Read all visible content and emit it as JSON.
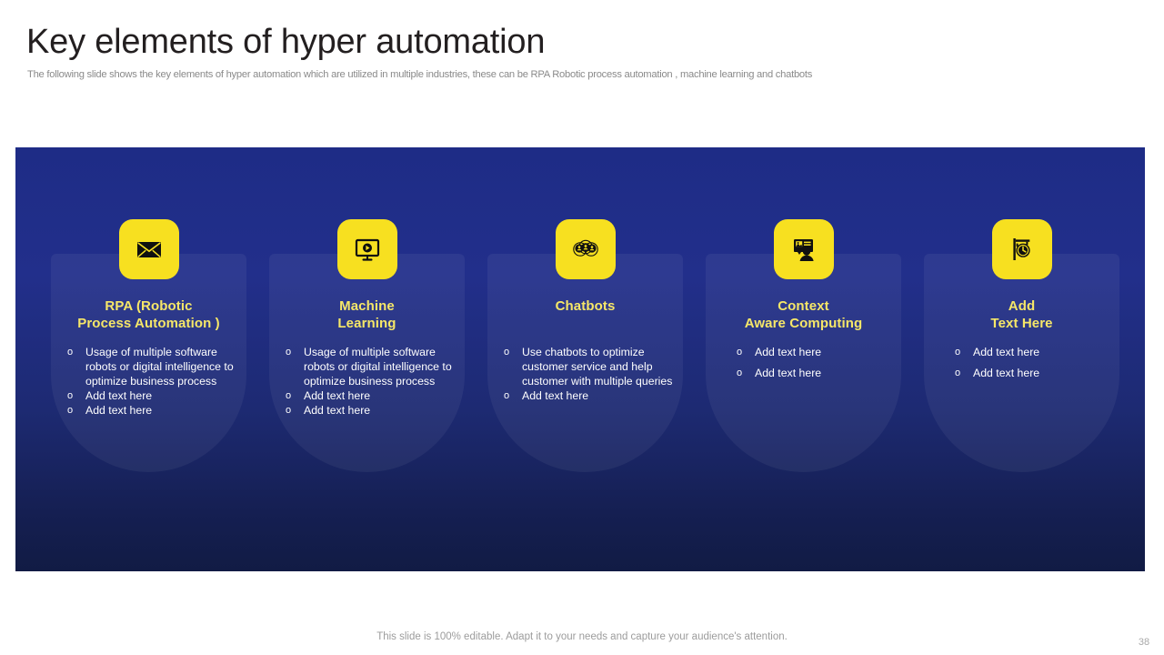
{
  "header": {
    "title": "Key elements of hyper automation",
    "subtitle": "The following slide shows the key elements of hyper automation which are utilized in multiple industries, these can be RPA Robotic process automation , machine learning and chatbots"
  },
  "theme": {
    "panel_top_color": "#1e2c86",
    "panel_bottom_color": "#111b44",
    "accent_yellow": "#f7e020",
    "title_yellow": "#f6e768",
    "body_text": "#ffffff",
    "heading_text": "#231f20",
    "muted_text": "#8a8a8a"
  },
  "cards": [
    {
      "icon": "envelope-icon",
      "title_lines": [
        "RPA (Robotic",
        "Process Automation )"
      ],
      "bullets": [
        "Usage of multiple software robots or digital intelligence to optimize business process",
        "Add text here",
        "Add text here"
      ]
    },
    {
      "icon": "monitor-play-icon",
      "title_lines": [
        "Machine",
        "Learning"
      ],
      "bullets": [
        "Usage of multiple software robots or digital intelligence to optimize business process",
        "Add text here",
        "Add text here"
      ]
    },
    {
      "icon": "three-users-icon",
      "title_lines": [
        "Chatbots"
      ],
      "bullets": [
        "Use chatbots to optimize customer service and help customer with multiple queries",
        "Add text here"
      ]
    },
    {
      "icon": "presenter-screen-icon",
      "title_lines": [
        "Context",
        "Aware Computing"
      ],
      "bullets": [
        "Add text here",
        "Add text here"
      ]
    },
    {
      "icon": "clock-signpost-icon",
      "title_lines": [
        "Add",
        "Text Here"
      ],
      "bullets": [
        "Add text here",
        "Add text here"
      ]
    }
  ],
  "footer": {
    "note": "This slide is 100% editable. Adapt it to your needs and capture your audience's attention.",
    "page_number": "38"
  }
}
